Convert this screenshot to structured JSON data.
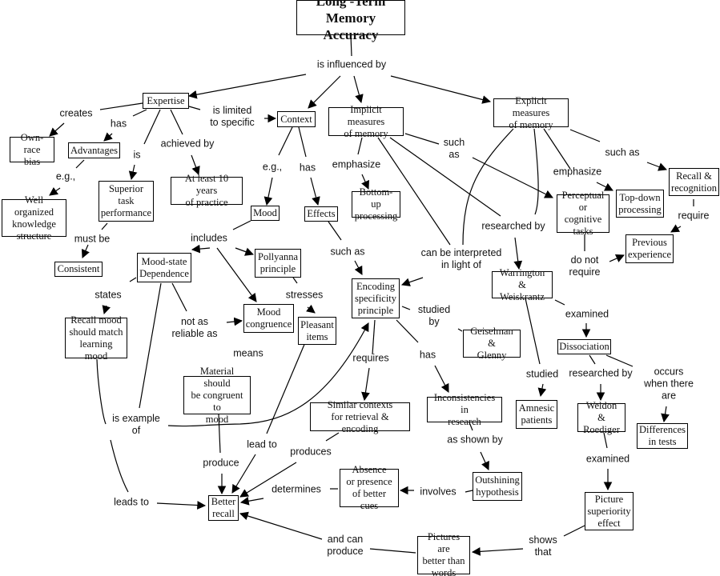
{
  "title": "Long -Term\nMemory Accuracy",
  "nodes": {
    "root": "Long -Term\nMemory Accuracy",
    "expertise": "Expertise",
    "context": "Context",
    "implicit": "Implicit measures\nof memory",
    "explicit": "Explicit measures\nof memory",
    "own_race": "Own-race\nbias",
    "advantages": "Advantages",
    "well_organized": "Well organized\nknowledge\nstructure",
    "superior": "Superior\ntask\nperformance",
    "ten_years": "At least 10 years\nof practice",
    "consistent": "Consistent",
    "mood": "Mood",
    "effects": "Effects",
    "bottom_up": "Bottom-up\nprocessing",
    "perceptual": "Perceptual\nor cognitive\ntasks",
    "top_down": "Top-down\nprocessing",
    "recall_recognition": "Recall &\nrecognition",
    "previous_experience": "Previous\nexperience",
    "mood_state": "Mood-state\nDependence",
    "pollyanna": "Pollyanna\nprinciple",
    "encoding": "Encoding\nspecificity\nprinciple",
    "warrington": "Warrington &\nWeiskrantz",
    "recall_mood": "Recall mood\nshould match\nlearning mood",
    "mood_congruence": "Mood\ncongruence",
    "pleasant": "Pleasant\nitems",
    "geiselman": "Geiselman &\nGlenny",
    "dissociation": "Dissociation",
    "material": "Material should\nbe congruent to\nmood",
    "similar_contexts": "Similar contexts\nfor retrieval & encoding",
    "inconsistencies": "Inconsistencies in\nresearch",
    "amnesic": "Amnesic\npatients",
    "weldon": "Weldon &\nRoediger",
    "differences": "Differences\nin tests",
    "absence": "Absence\nor presence\nof better cues",
    "outshining": "Outshining\nhypothesis",
    "picture_superiority": "Picture\nsuperiority\neffect",
    "better_recall": "Better\nrecall",
    "pictures_better": "Pictures are\nbetter than\nwords"
  },
  "links": {
    "is_influenced_by": "is influenced by",
    "creates": "creates",
    "has_adv": "has",
    "is_limited": "is limited\nto specific",
    "is_sup": "is",
    "achieved_by": "achieved by",
    "eg_adv": "e.g.,",
    "eg_ctx": "e.g.,",
    "has_ctx": "has",
    "emphasize_impl": "emphasize",
    "such_as_impl": "such\nas",
    "such_as_expl": "such as",
    "emphasize_expl": "emphasize",
    "require": "require",
    "must_be": "must be",
    "includes": "includes",
    "such_as_eff": "such as",
    "can_be_interpreted": "can be interpreted\nin light of",
    "researched_by_1": "researched by",
    "do_not_require": "do not\nrequire",
    "states": "states",
    "not_as_reliable": "not as\nreliable as",
    "stresses": "stresses",
    "studied_by": "studied\nby",
    "examined_1": "examined",
    "means": "means",
    "requires": "requires",
    "has_enc": "has",
    "studied": "studied",
    "researched_by_2": "researched by",
    "occurs_when": "occurs\nwhen there\nare",
    "is_example_of": "is example\nof",
    "as_shown_by": "as shown by",
    "examined_2": "examined",
    "produce": "produce",
    "lead_to": "lead to",
    "produces": "produces",
    "determines": "determines",
    "involves": "involves",
    "leads_to": "leads to",
    "and_can_produce": "and can\nproduce",
    "shows_that": "shows\nthat"
  }
}
